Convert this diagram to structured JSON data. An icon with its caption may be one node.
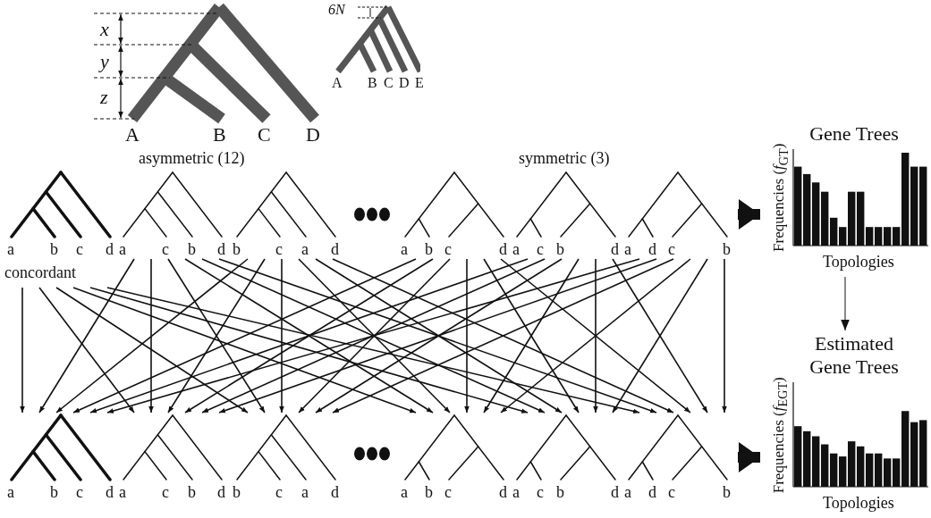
{
  "diagram": {
    "nodes": [
      {
        "text": [
          "a",
          "b",
          "c",
          "d"
        ],
        "beside": [
          "concordant"
        ]
      },
      {
        "text": [
          "a",
          "c",
          "b",
          "d"
        ]
      },
      {
        "text": [
          "b",
          "c",
          "a",
          "d"
        ]
      },
      {
        "text": [
          "a",
          "b",
          "c",
          "d"
        ]
      },
      {
        "text": [
          "a",
          "c",
          "b",
          "d"
        ]
      },
      {
        "text": [
          "a",
          "d",
          "c",
          "b"
        ]
      },
      {
        "text": [
          "Gene Trees",
          "Frequencies (*f*$_{GT}$)",
          "Topologies"
        ]
      },
      {
        "text": [
          "a",
          "b",
          "c",
          "d"
        ]
      },
      {
        "text": [
          "a",
          "c",
          "b",
          "d"
        ]
      },
      {
        "text": [
          "b",
          "c",
          "a",
          "d"
        ]
      },
      {
        "text": [
          "a",
          "b",
          "c",
          "d"
        ]
      },
      {
        "text": [
          "a",
          "c",
          "b",
          "d"
        ]
      },
      {
        "text": [
          "a",
          "d",
          "c",
          "b"
        ]
      },
      {
        "text": [
          "Estimated Gene Trees",
          "Frequencies (*f*$_{EGT}$)",
          "Topologies"
        ]
      }
    ],
    "edges": [
      {
        "from": 0,
        "to": 7,
        "arrow": "to"
      },
      {
        "from": 0,
        "to": 8,
        "arrow": "to"
      },
      {
        "from": 0,
        "to": 9,
        "arrow": "to"
      },
      {
        "from": 0,
        "to": 10,
        "arrow": "to"
      },
      {
        "from": 0,
        "to": 11,
        "arrow": "to"
      },
      {
        "from": 0,
        "to": 12,
        "arrow": "to"
      },
      {
        "from": 1,
        "to": 7,
        "arrow": "to"
      },
      {
        "from": 1,
        "to": 8,
        "arrow": "to"
      },
      {
        "from": 1,
        "to": 9,
        "arrow": "to"
      },
      {
        "from": 1,
        "to": 10,
        "arrow": "to"
      },
      {
        "from": 1,
        "to": 11,
        "arrow": "to"
      },
      {
        "from": 1,
        "to": 12,
        "arrow": "to"
      },
      {
        "from": 2,
        "to": 7,
        "arrow": "to"
      },
      {
        "from": 2,
        "to": 8,
        "arrow": "to"
      },
      {
        "from": 2,
        "to": 9,
        "arrow": "to"
      },
      {
        "from": 2,
        "to": 10,
        "arrow": "to"
      },
      {
        "from": 2,
        "to": 11,
        "arrow": "to"
      },
      {
        "from": 2,
        "to": 12,
        "arrow": "to"
      },
      {
        "from": 3,
        "to": 7,
        "arrow": "to"
      },
      {
        "from": 3,
        "to": 8,
        "arrow": "to"
      },
      {
        "from": 3,
        "to": 9,
        "arrow": "to"
      },
      {
        "from": 3,
        "to": 10,
        "arrow": "to"
      },
      {
        "from": 3,
        "to": 11,
        "arrow": "to"
      },
      {
        "from": 3,
        "to": 12,
        "arrow": "to"
      },
      {
        "from": 4,
        "to": 7,
        "arrow": "to"
      },
      {
        "from": 4,
        "to": 8,
        "arrow": "to"
      },
      {
        "from": 4,
        "to": 9,
        "arrow": "to"
      },
      {
        "from": 4,
        "to": 10,
        "arrow": "to"
      },
      {
        "from": 4,
        "to": 11,
        "arrow": "to"
      },
      {
        "from": 4,
        "to": 12,
        "arrow": "to"
      },
      {
        "from": 5,
        "to": 7,
        "arrow": "to"
      },
      {
        "from": 5,
        "to": 8,
        "arrow": "to"
      },
      {
        "from": 5,
        "to": 9,
        "arrow": "to"
      },
      {
        "from": 5,
        "to": 10,
        "arrow": "to"
      },
      {
        "from": 5,
        "to": 11,
        "arrow": "to"
      },
      {
        "from": 5,
        "to": 12,
        "arrow": "to"
      },
      {
        "from": 5,
        "to": 6,
        "arrow": "to",
        "style": "thick"
      },
      {
        "from": 6,
        "to": 13,
        "arrow": "to"
      },
      {
        "from": 12,
        "to": 13,
        "arrow": "to",
        "style": "thick"
      }
    ],
    "labels": [
      "x",
      "y",
      "z",
      "A",
      "B",
      "C",
      "D",
      "6N",
      "A",
      "B",
      "C",
      "D",
      "E",
      "asymmetric (12)",
      "symmetric (3)"
    ]
  }
}
